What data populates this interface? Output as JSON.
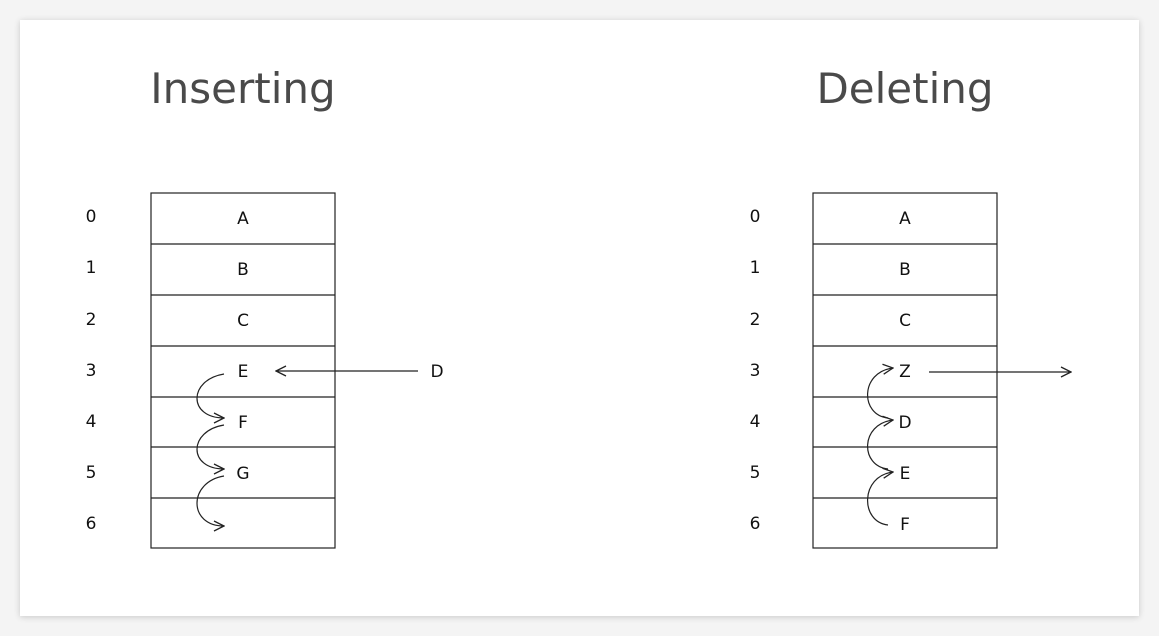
{
  "inserting": {
    "title": "Inserting",
    "indices": [
      "0",
      "1",
      "2",
      "3",
      "4",
      "5",
      "6"
    ],
    "cells": [
      "A",
      "B",
      "C",
      "E",
      "F",
      "G",
      ""
    ],
    "incoming_label": "D"
  },
  "deleting": {
    "title": "Deleting",
    "indices": [
      "0",
      "1",
      "2",
      "3",
      "4",
      "5",
      "6"
    ],
    "cells": [
      "A",
      "B",
      "C",
      "Z",
      "D",
      "E",
      "F"
    ]
  }
}
